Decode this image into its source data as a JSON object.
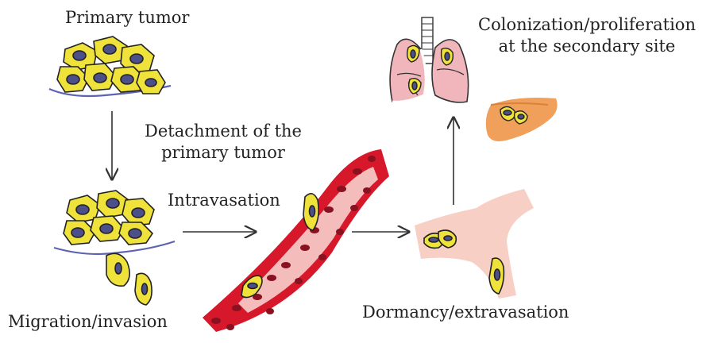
{
  "labels": {
    "primary_tumor": "Primary tumor",
    "detachment_line1": "Detachment of the",
    "detachment_line2": "primary tumor",
    "intravasation": "Intravasation",
    "migration": "Migration/invasion",
    "dormancy": "Dormancy/extravasation",
    "colonization_line1": "Colonization/proliferation",
    "colonization_line2": "at the secondary site"
  },
  "colors": {
    "tumor_cell_fill": "#efe23a",
    "tumor_nucleus": "#4d4f8a",
    "vessel_red": "#d7172a",
    "vessel_lumen": "#f5bcbc",
    "rbc_nucleus": "#8a1220",
    "tissue_pink": "#f7cfc4",
    "liver_orange": "#f0a05a",
    "lung_pink": "#f1b6bc",
    "membrane_blue": "#5d63b0",
    "arrow": "#333333"
  },
  "icons": [
    "primary-tumor-cluster-icon",
    "detached-tumor-cluster-icon",
    "blood-vessel-icon",
    "tissue-icon",
    "lungs-icon",
    "liver-icon"
  ]
}
